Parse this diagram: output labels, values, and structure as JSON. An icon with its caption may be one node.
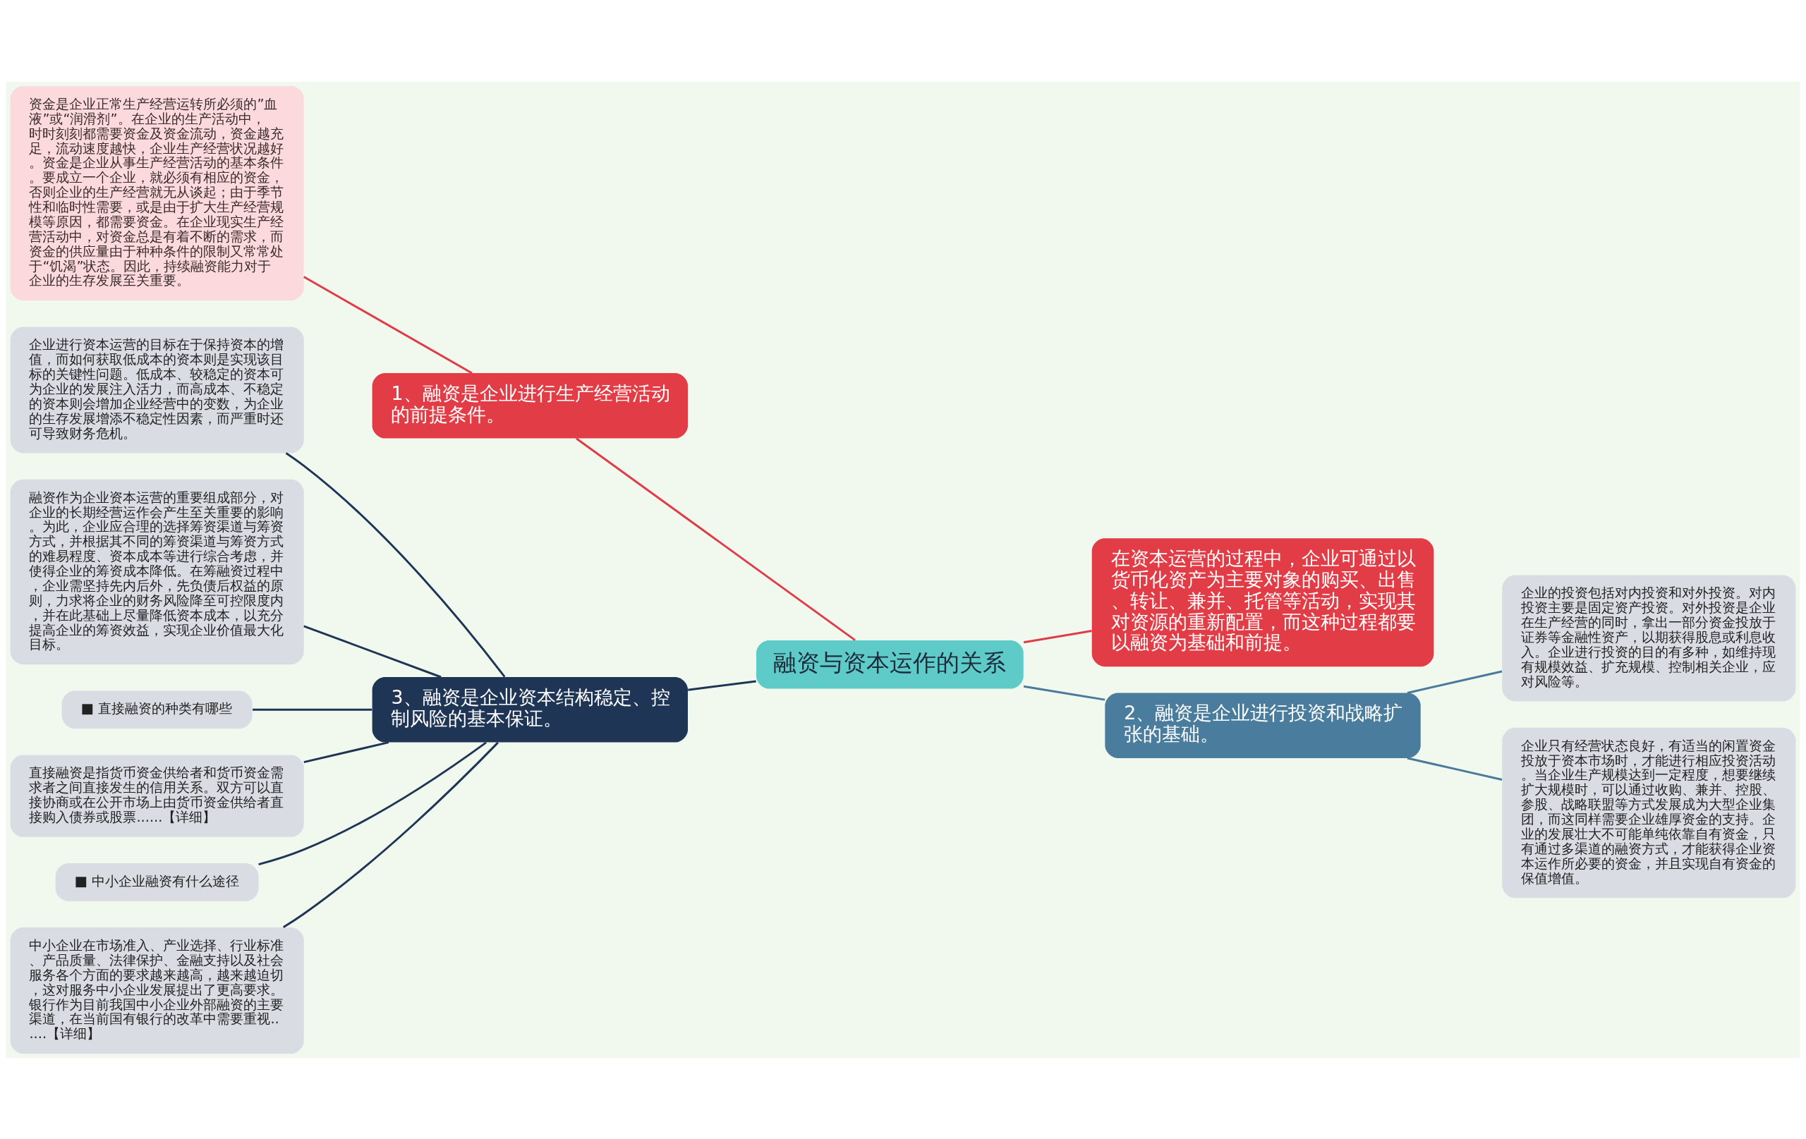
{
  "diagram": {
    "nodes": [
      {
        "text": [
          "融资与资本运作的关系"
        ]
      },
      {
        "text": [
          "1、融资是企业进行生产经营活动的前提条件。"
        ]
      },
      {
        "text": [
          "资金是企业正常生产经营运转所必须的”血液”或“润滑剂”。在企业的生产活动中，时时刻刻都需要资金及资金流动，资金越充足，流动速度越快，企业生产经营状况越好。资金是企业从事生产经营活动的基本条件。要成立一个企业，就必须有相应的资金，否则企业的生产经营就无从谈起；由于季节性和临时性需要，或是由于扩大生产经营规模等原因，都需要资金。在企业现实生产经营活动中，对资金总是有着不断的需求，而资金的供应量由于种种条件的限制又常常处于“饥渴”状态。因此，持续融资能力对于企业的生存发展至关重要。"
        ]
      },
      {
        "text": [
          "在资本运营的过程中，企业可通过以货币化资产为主要对象的购买、出售、转让、兼并、托管等活动，实现其对资源的重新配置，而这种过程都要以融资为基础和前提。"
        ]
      },
      {
        "text": [
          "2、融资是企业进行投资和战略扩张的基础。"
        ]
      },
      {
        "text": [
          "企业的投资包括对内投资和对外投资。对内投资主要是固定资产投资。对外投资是企业在生产经营的同时，拿出一部分资金投放于证券等金融性资产，以期获得股息或利息收入。企业进行投资的目的有多种，如维持现有规模效益、扩充规模、控制相关企业，应对风险等。"
        ]
      },
      {
        "text": [
          "企业只有经营状态良好，有适当的闲置资金投放于资本市场时，才能进行相应投资活动。当企业生产规模达到一定程度，想要继续扩大规模时，可以通过收购、兼并、控股、参股、战略联盟等方式发展成为大型企业集团，而这同样需要企业雄厚资金的支持。企业的发展壮大不可能单纯依靠自有资金，只有通过多渠道的融资方式，才能获得企业资本运作所必要的资金，并且实现自有资金的保值增值。"
        ]
      },
      {
        "text": [
          "3、融资是企业资本结构稳定、控制风险的基本保证。"
        ]
      },
      {
        "text": [
          "企业进行资本运营的目标在于保持资本的增值，而如何获取低成本的资本则是实现该目标的关键性问题。低成本、较稳定的资本可为企业的发展注入活力，而高成本、不稳定的资本则会增加企业经营中的变数，为企业的生存发展增添不稳定性因素，而严重时还可导致财务危机。"
        ]
      },
      {
        "text": [
          "融资作为企业资本运营的重要组成部分，对企业的长期经营运作会产生至关重要的影响。为此，企业应合理的选择筹资渠道与筹资方式，并根据其不同的筹资渠道与筹资方式的难易程度、资本成本等进行综合考虑，并使得企业的筹资成本降低。在筹融资过程中，企业需坚持先内后外，先负债后权益的原则，力求将企业的财务风险降至可控限度内，并在此基础上尽量降低资本成本，以充分提高企业的筹资效益，实现企业价值最大化目标。"
        ]
      },
      {
        "text": [
          "■ 直接融资的种类有哪些"
        ]
      },
      {
        "text": [
          "直接融资是指货币资金供给者和货币资金需求者之间直接发生的信用关系。双方可以直接协商或在公开市场上由货币资金供给者直接购入债券或股票......【详细】"
        ]
      },
      {
        "text": [
          "■ 中小企业融资有什么途径"
        ]
      },
      {
        "text": [
          "中小企业在市场准入、产业选择、行业标准、产品质量、法律保护、金融支持以及社会服务各个方面的要求越来越高，越来越迫切，这对服务中小企业发展提出了更高要求。银行作为目前我国中小企业外部融资的主要渠道，在当前国有银行的改革中需要重视......【详细】"
        ]
      }
    ],
    "edges": [
      {
        "from": 0,
        "to": 1,
        "arrow": "none",
        "color": "#e03c47"
      },
      {
        "from": 1,
        "to": 2,
        "arrow": "none",
        "color": "#e03c47"
      },
      {
        "from": 0,
        "to": 3,
        "arrow": "none",
        "color": "#e03c47"
      },
      {
        "from": 0,
        "to": 4,
        "arrow": "none",
        "color": "#4a7a9c"
      },
      {
        "from": 4,
        "to": 5,
        "arrow": "none",
        "color": "#4a7a9c"
      },
      {
        "from": 4,
        "to": 6,
        "arrow": "none",
        "color": "#4a7a9c"
      },
      {
        "from": 0,
        "to": 7,
        "arrow": "none"
      },
      {
        "from": 7,
        "to": 8,
        "arrow": "none"
      },
      {
        "from": 7,
        "to": 9,
        "arrow": "none"
      },
      {
        "from": 7,
        "to": 10,
        "arrow": "none"
      },
      {
        "from": 7,
        "to": 11,
        "arrow": "none"
      },
      {
        "from": 7,
        "to": 12,
        "arrow": "none"
      },
      {
        "from": 7,
        "to": 13,
        "arrow": "none"
      }
    ]
  }
}
